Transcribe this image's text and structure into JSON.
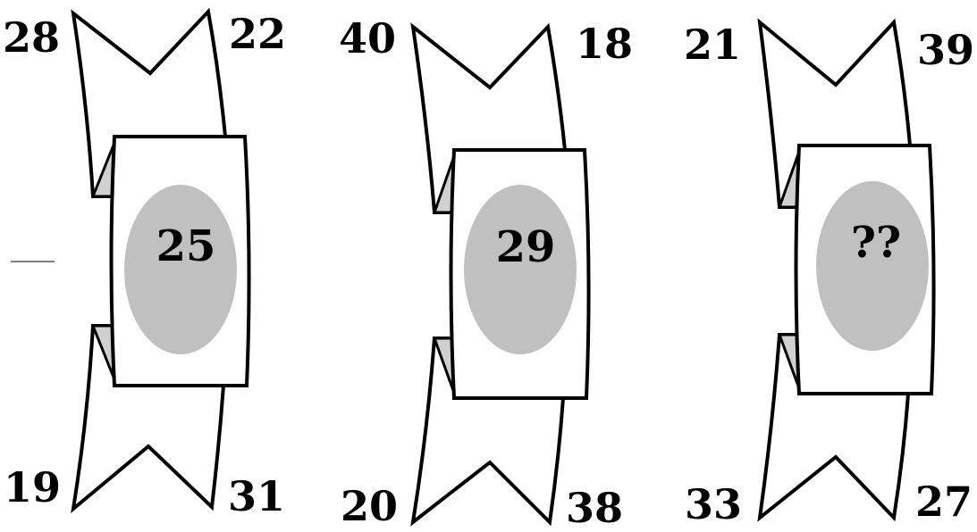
{
  "puzzle": {
    "colors": {
      "stroke": "#000000",
      "fill": "#ffffff",
      "oval": "#c0c0c0",
      "tab": "#d0d0d0"
    },
    "figures": [
      {
        "top_left": "28",
        "top_right": "22",
        "center": "25",
        "bottom_left": "19",
        "bottom_right": "31"
      },
      {
        "top_left": "40",
        "top_right": "18",
        "center": "29",
        "bottom_left": "20",
        "bottom_right": "38"
      },
      {
        "top_left": "21",
        "top_right": "39",
        "center": "??",
        "bottom_left": "33",
        "bottom_right": "27"
      }
    ]
  }
}
